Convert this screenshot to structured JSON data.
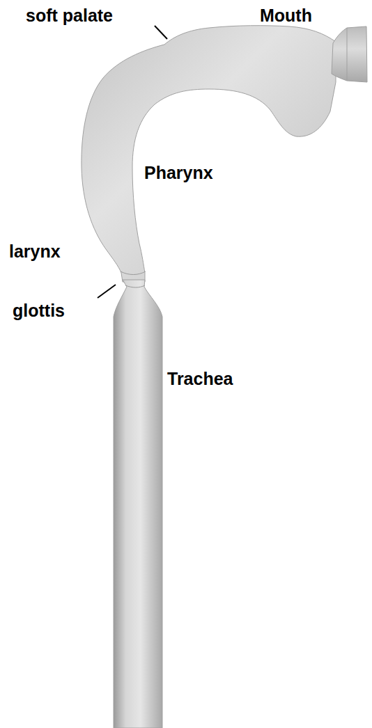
{
  "diagram": {
    "labels": [
      "soft palate",
      "Mouth",
      "Pharynx",
      "larynx",
      "glottis",
      "Trachea"
    ]
  }
}
